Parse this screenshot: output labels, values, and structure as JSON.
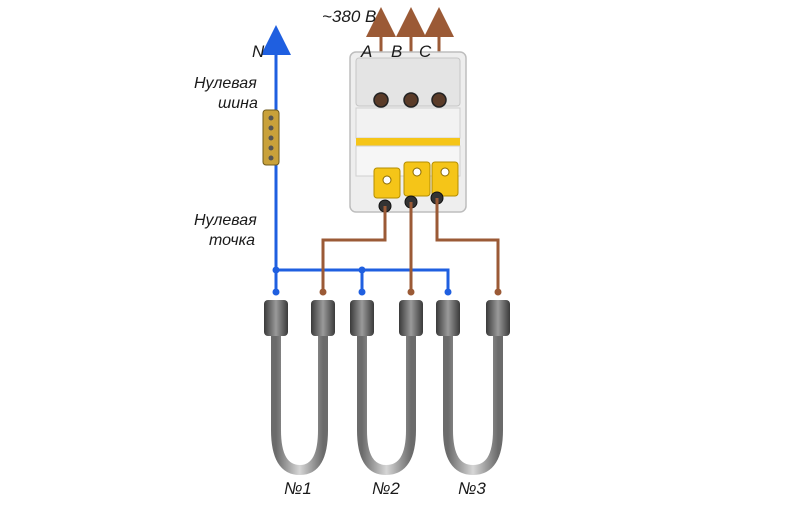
{
  "voltage_label": "~380 В",
  "phases": [
    "A",
    "B",
    "C"
  ],
  "neutral_label": "N",
  "neutral_bus_label": [
    "Нулевая",
    "шина"
  ],
  "neutral_point_label": [
    "Нулевая",
    "точка"
  ],
  "heaters": [
    "№1",
    "№2",
    "№3"
  ],
  "colors": {
    "neutral_wire": "#1f5fe0",
    "phase_wire": "#9b5a36",
    "breaker_body": "#efefef",
    "breaker_lever": "#f5c518",
    "heater_metal": "#8a8a8a"
  }
}
